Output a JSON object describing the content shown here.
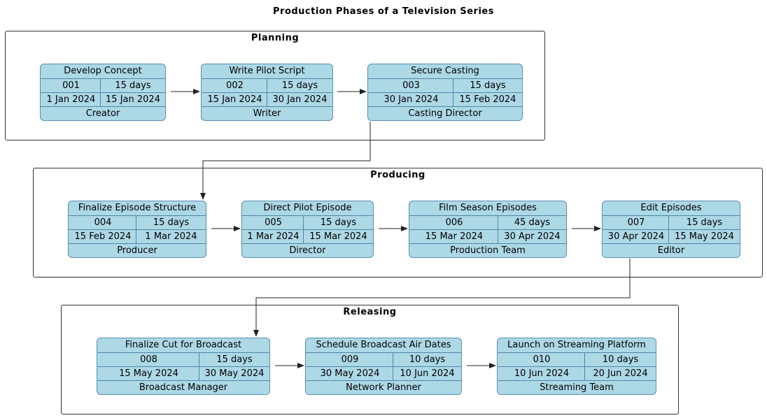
{
  "title": "Production Phases of a Television Series",
  "groups": [
    {
      "label": "Planning"
    },
    {
      "label": "Producing"
    },
    {
      "label": "Releasing"
    }
  ],
  "tasks": [
    {
      "name": "Develop Concept",
      "id": "001",
      "duration": "15 days",
      "start": "1 Jan 2024",
      "end": "15 Jan 2024",
      "owner": "Creator"
    },
    {
      "name": "Write Pilot Script",
      "id": "002",
      "duration": "15 days",
      "start": "15 Jan 2024",
      "end": "30 Jan 2024",
      "owner": "Writer"
    },
    {
      "name": "Secure Casting",
      "id": "003",
      "duration": "15 days",
      "start": "30 Jan 2024",
      "end": "15 Feb 2024",
      "owner": "Casting Director"
    },
    {
      "name": "Finalize Episode Structure",
      "id": "004",
      "duration": "15 days",
      "start": "15 Feb 2024",
      "end": "1 Mar 2024",
      "owner": "Producer"
    },
    {
      "name": "Direct Pilot Episode",
      "id": "005",
      "duration": "15 days",
      "start": "1 Mar 2024",
      "end": "15 Mar 2024",
      "owner": "Director"
    },
    {
      "name": "Film Season Episodes",
      "id": "006",
      "duration": "45 days",
      "start": "15 Mar 2024",
      "end": "30 Apr 2024",
      "owner": "Production Team"
    },
    {
      "name": "Edit Episodes",
      "id": "007",
      "duration": "15 days",
      "start": "30 Apr 2024",
      "end": "15 May 2024",
      "owner": "Editor"
    },
    {
      "name": "Finalize Cut for Broadcast",
      "id": "008",
      "duration": "15 days",
      "start": "15 May 2024",
      "end": "30 May 2024",
      "owner": "Broadcast Manager"
    },
    {
      "name": "Schedule Broadcast Air Dates",
      "id": "009",
      "duration": "10 days",
      "start": "30 May 2024",
      "end": "10 Jun 2024",
      "owner": "Network Planner"
    },
    {
      "name": "Launch on Streaming Platform",
      "id": "010",
      "duration": "10 days",
      "start": "10 Jun 2024",
      "end": "20 Jun 2024",
      "owner": "Streaming Team"
    }
  ],
  "colors": {
    "node_fill": "#add8e6",
    "node_border": "#5a8fb0",
    "edge": "#222222"
  }
}
